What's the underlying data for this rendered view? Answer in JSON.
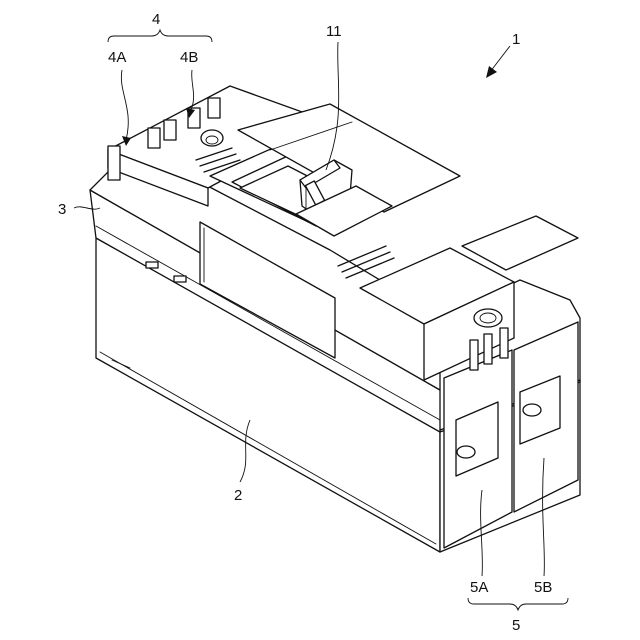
{
  "figure": {
    "labels": {
      "ref_1": "1",
      "ref_2": "2",
      "ref_3": "3",
      "ref_4": "4",
      "ref_4A": "4A",
      "ref_4B": "4B",
      "ref_5": "5",
      "ref_5A": "5A",
      "ref_5B": "5B",
      "ref_11": "11"
    }
  }
}
